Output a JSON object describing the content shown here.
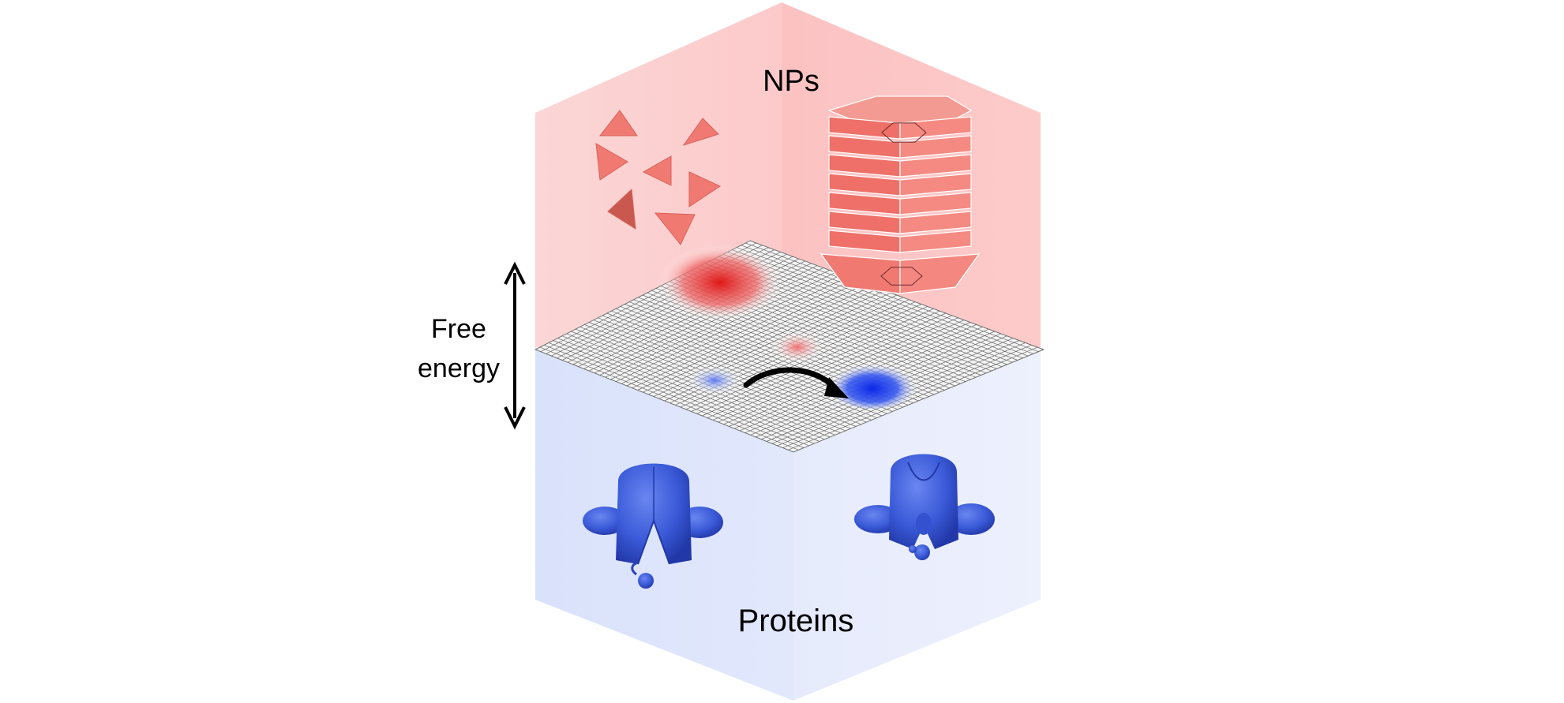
{
  "figure": {
    "top_label": "NPs",
    "bottom_label": "Proteins",
    "axis_label_line1": "Free",
    "axis_label_line2": "energy"
  },
  "colors": {
    "np_panel_left": "#fbd0d0",
    "np_panel_right": "#fcc3c3",
    "protein_panel_left": "#dde5fb",
    "protein_panel_right": "#e8ecfc",
    "np_shape": "#f07a72",
    "np_shape_dark": "#c9584f",
    "protein_shape": "#3a5ad8",
    "protein_shape_dark": "#2a44b8",
    "landscape_high": "#e02020",
    "landscape_low": "#1030e0",
    "landscape_mesh": "#333333",
    "arrow": "#000000"
  },
  "icons": [
    "double-headed-arrow-icon",
    "curved-arrow-icon"
  ]
}
